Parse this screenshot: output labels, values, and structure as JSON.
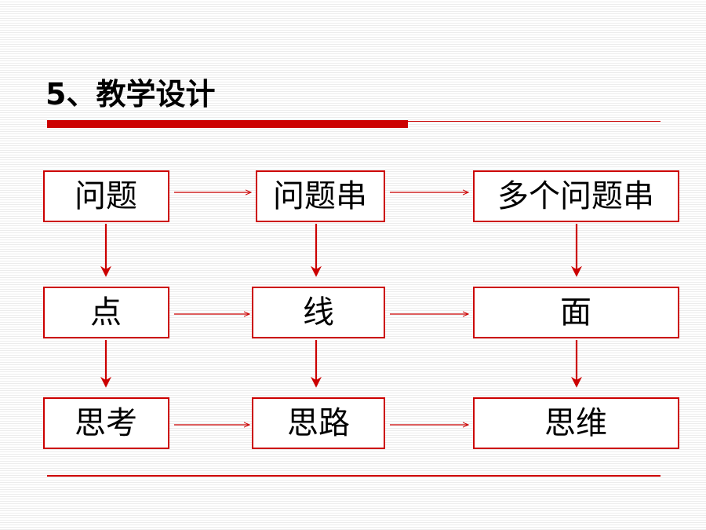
{
  "slide": {
    "title": "5、教学设计"
  },
  "colors": {
    "accent": "#cc0000",
    "text": "#000000",
    "box_fill": "#ffffff"
  },
  "diagram": {
    "nodes": {
      "r0c0": "问题",
      "r0c1": "问题串",
      "r0c2": "多个问题串",
      "r1c0": "点",
      "r1c1": "线",
      "r1c2": "面",
      "r2c0": "思考",
      "r2c1": "思路",
      "r2c2": "思维"
    }
  }
}
